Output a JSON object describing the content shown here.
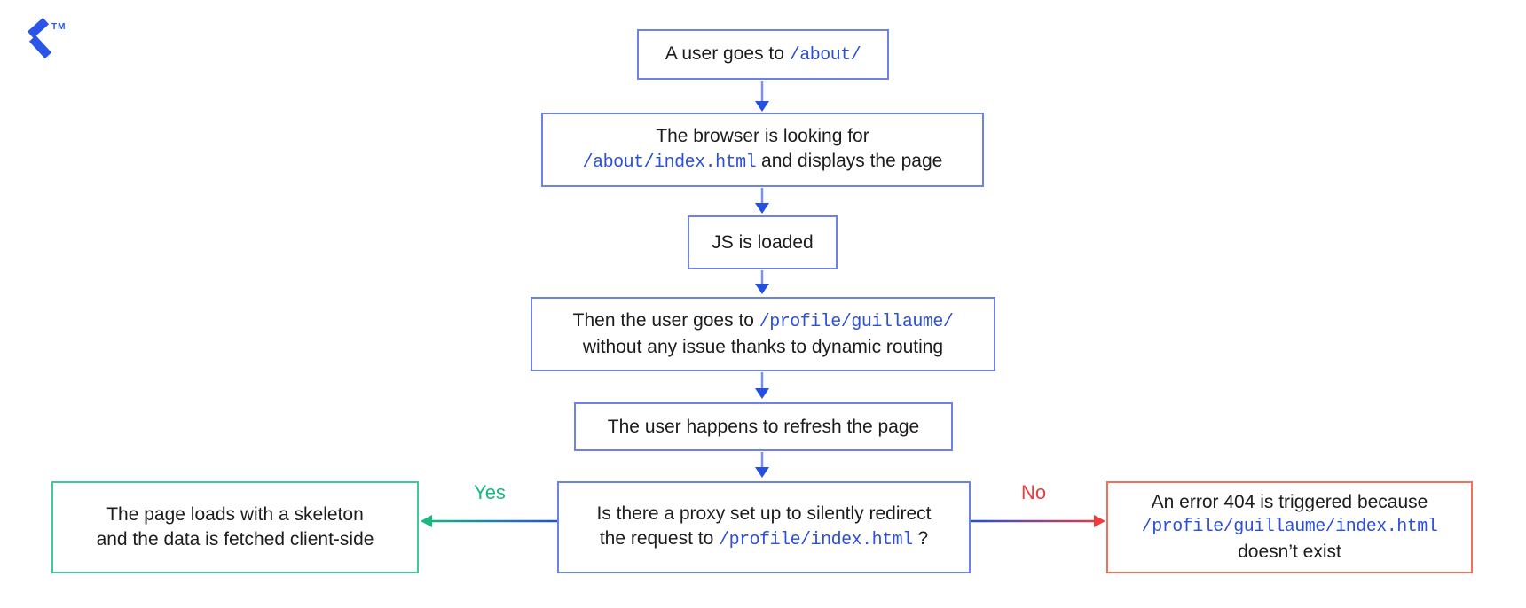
{
  "logo": {
    "trademark": "TM"
  },
  "colors": {
    "box_border_blue": "#6c82e6",
    "connector_blue": "#7b90e9",
    "arrowhead_blue": "#2350de",
    "code_blue": "#2b4fd7",
    "green_text": "#17b97e",
    "green_border": "#43c59e",
    "red_text": "#ee3b3b",
    "red_border": "#f3705f",
    "text_black": "#1c1c1e"
  },
  "flowchart": {
    "step1": {
      "pre": "A user goes to ",
      "code": "/about/"
    },
    "step2": {
      "line1": "The browser is looking for",
      "code": "/about/index.html",
      "post": " and displays the page"
    },
    "step3": {
      "text": "JS is loaded"
    },
    "step4": {
      "pre": "Then the user goes to ",
      "code": "/profile/guillaume/",
      "line2": "without any issue thanks to dynamic routing"
    },
    "step5": {
      "text": "The user happens to refresh the page"
    },
    "decision": {
      "line1": "Is there a proxy set up to silently redirect",
      "pre": "the request to ",
      "code": "/profile/index.html",
      "post": " ?"
    },
    "yes_label": "Yes",
    "no_label": "No",
    "yes_result": {
      "line1": "The page loads with a skeleton",
      "line2": "and the data is fetched client-side"
    },
    "no_result": {
      "line1": "An error 404 is triggered because",
      "code": "/profile/guillaume/index.html",
      "line3": "doesn’t exist"
    }
  }
}
